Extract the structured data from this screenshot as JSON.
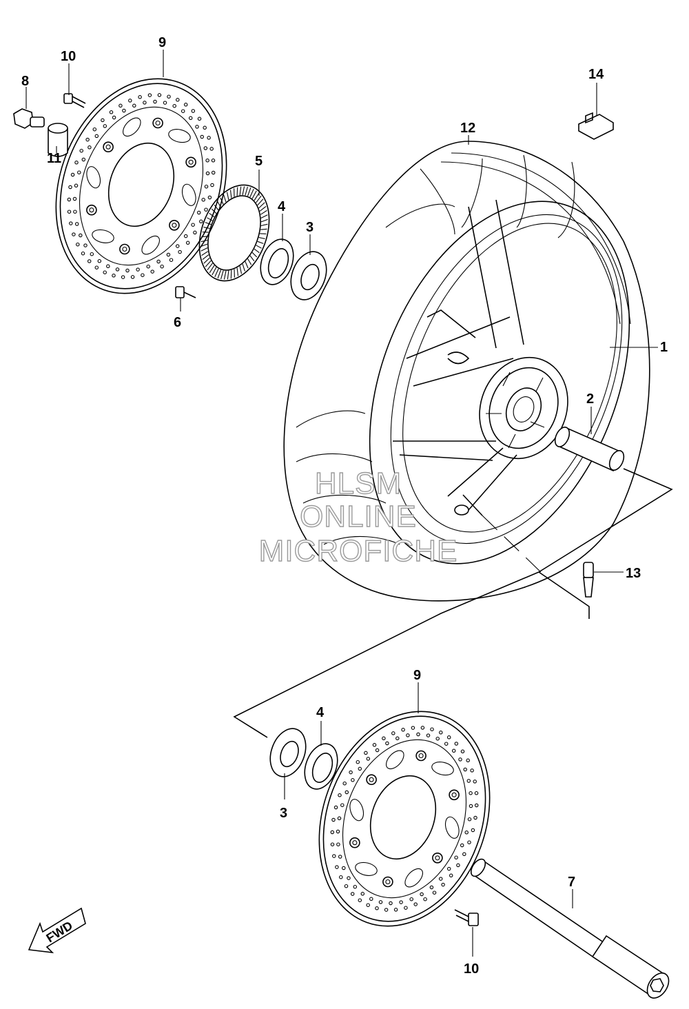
{
  "diagram": {
    "callouts": {
      "c1": "1",
      "c2": "2",
      "c3_top": "3",
      "c3_bottom": "3",
      "c4_top": "4",
      "c4_bottom": "4",
      "c5": "5",
      "c6": "6",
      "c7": "7",
      "c8": "8",
      "c9_top": "9",
      "c9_bottom": "9",
      "c10_top": "10",
      "c10_bottom": "10",
      "c11": "11",
      "c12": "12",
      "c13": "13",
      "c14": "14"
    },
    "watermark": {
      "line1": "HLSM",
      "line2": "ONLINE",
      "line3": "MICROFICHE"
    },
    "fwd_label": "FWD"
  }
}
